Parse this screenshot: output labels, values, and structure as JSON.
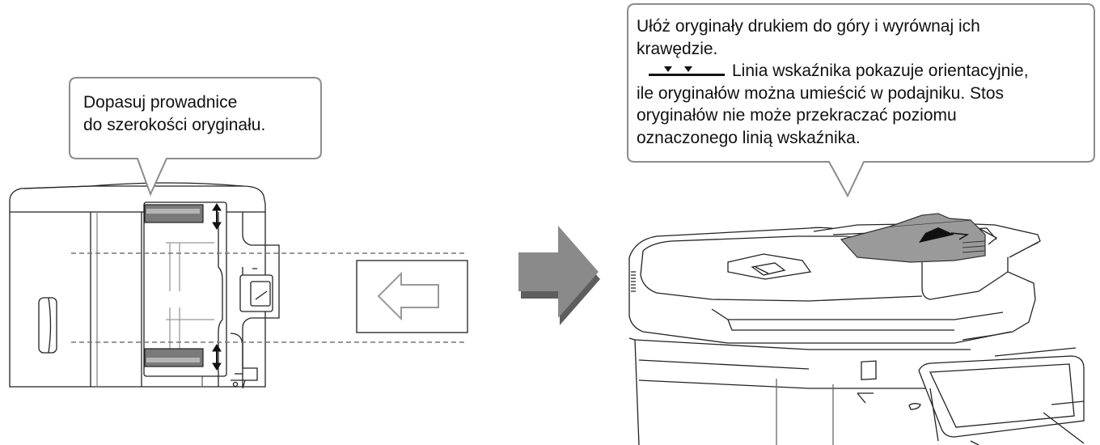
{
  "left_callout": {
    "lines": [
      "Dopasuj prowadnice",
      "do szerokości oryginału."
    ]
  },
  "right_callout": {
    "lines": [
      "Ułóż oryginały drukiem do góry i wyrównaj ich",
      "krawędzie.",
      "Linia wskaźnika pokazuje orientacyjnie,",
      "ile oryginałów można umieścić w podajniku. Stos",
      "oryginałów nie może przekraczać poziomu",
      "oznaczonego linią wskaźnika."
    ],
    "indicator_symbol": "indicator-line-triangles-icon"
  },
  "colors": {
    "outline": "#222222",
    "callout_border": "#8c8c8c",
    "arrow_gray": "#8a8a8a",
    "arrow_shadow": "#5e5e5e",
    "paper_gray": "#9a9a9a",
    "guide_gray": "#7a7a7a",
    "dash_gray": "#777777"
  }
}
